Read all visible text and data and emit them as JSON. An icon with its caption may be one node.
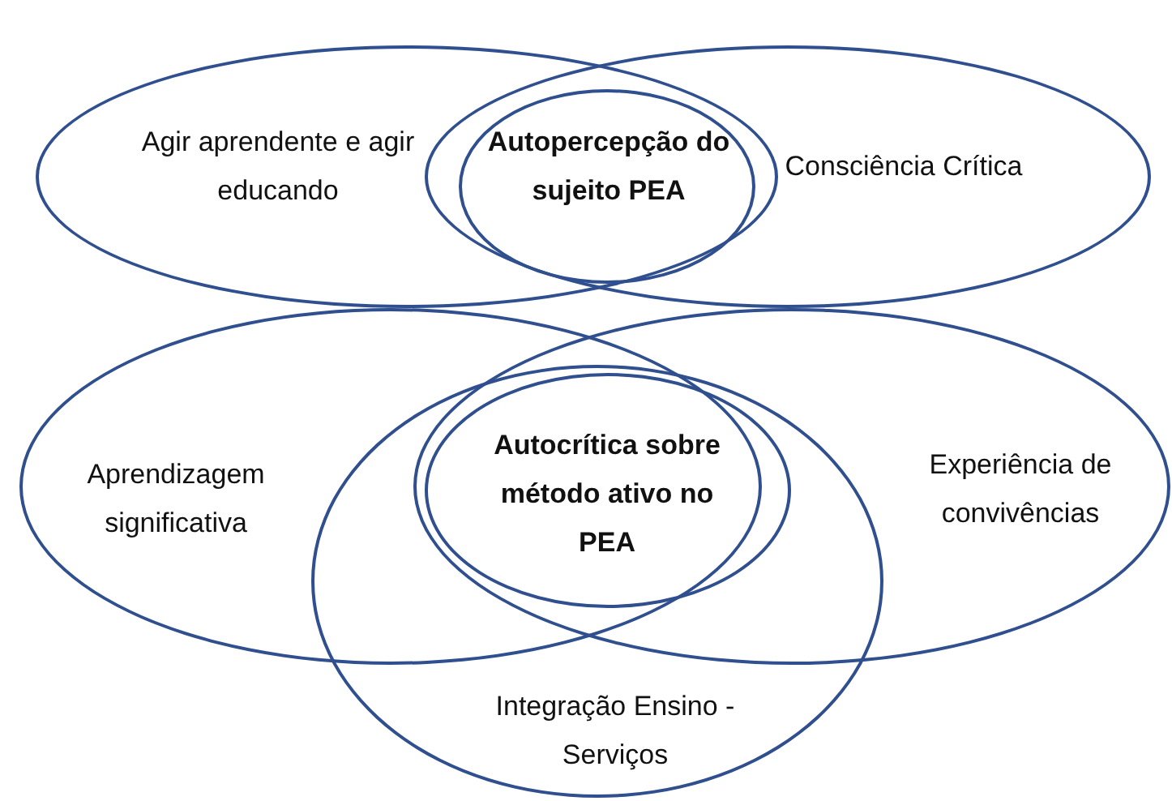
{
  "diagram": {
    "nodes": [
      {
        "text": [
          "Agir aprendente e agir educando"
        ]
      },
      {
        "text": [
          "Autopercepção do sujeito PEA"
        ]
      },
      {
        "text": [
          "Consciência Crítica"
        ]
      },
      {
        "text": [
          "Aprendizagem significativa"
        ]
      },
      {
        "text": [
          "Experiência de convivências"
        ]
      },
      {
        "text": [
          "Integração Ensino -Serviços"
        ]
      },
      {
        "text": [
          "Autocrítica sobre método ativo no PEA"
        ]
      }
    ]
  }
}
